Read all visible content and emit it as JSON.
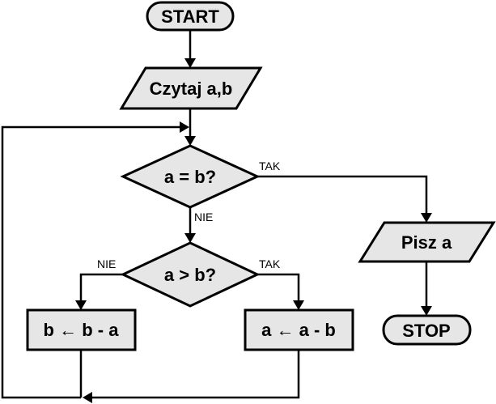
{
  "diagram": {
    "type": "flowchart",
    "colors": {
      "shape_fill": "#e6e6e6",
      "stroke": "#000000",
      "background": "#ffffff"
    },
    "nodes": {
      "start": {
        "shape": "terminator",
        "text": "START"
      },
      "read": {
        "shape": "io",
        "text": "Czytaj a,b"
      },
      "cond_eq": {
        "shape": "decision",
        "text": "a = b?"
      },
      "cond_gt": {
        "shape": "decision",
        "text": "a > b?"
      },
      "assign_b": {
        "shape": "process",
        "text": "b ← b - a"
      },
      "assign_a": {
        "shape": "process",
        "text": "a ← a - b"
      },
      "write": {
        "shape": "io",
        "text": "Pisz a"
      },
      "stop": {
        "shape": "terminator",
        "text": "STOP"
      }
    },
    "edge_labels": {
      "eq_yes": "TAK",
      "eq_no": "NIE",
      "gt_no": "NIE",
      "gt_yes": "TAK"
    },
    "edges": [
      {
        "from": "start",
        "to": "read"
      },
      {
        "from": "read",
        "to": "cond_eq"
      },
      {
        "from": "cond_eq",
        "to": "write",
        "label": "TAK"
      },
      {
        "from": "cond_eq",
        "to": "cond_gt",
        "label": "NIE"
      },
      {
        "from": "cond_gt",
        "to": "assign_b",
        "label": "NIE"
      },
      {
        "from": "cond_gt",
        "to": "assign_a",
        "label": "TAK"
      },
      {
        "from": "assign_b",
        "to": "cond_eq"
      },
      {
        "from": "assign_a",
        "to": "cond_eq"
      },
      {
        "from": "write",
        "to": "stop"
      }
    ]
  }
}
